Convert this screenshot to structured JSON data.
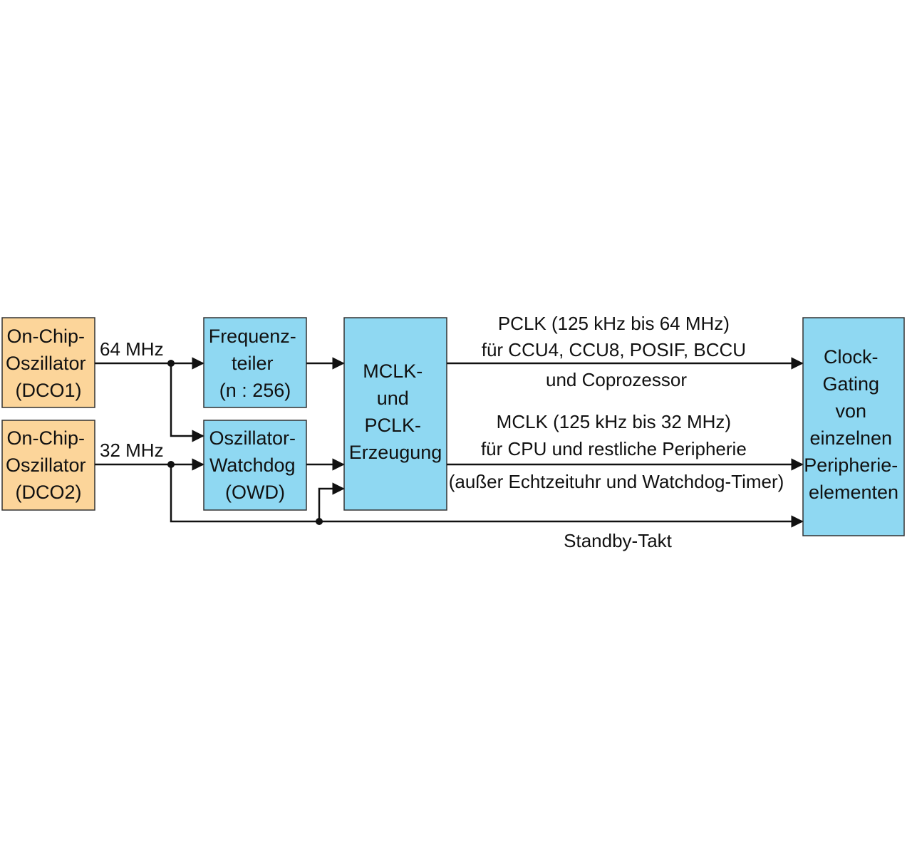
{
  "colors": {
    "oscillator_fill": "#FCD59A",
    "block_fill": "#8FD8F2",
    "line": "#111111"
  },
  "blocks": {
    "dco1": [
      "On-Chip-",
      "Oszillator",
      "(DCO1)"
    ],
    "dco2": [
      "On-Chip-",
      "Oszillator",
      "(DCO2)"
    ],
    "freq_divider": [
      "Frequenz-",
      "teiler",
      "(n : 256)"
    ],
    "owd": [
      "Oszillator-",
      "Watchdog",
      "(OWD)"
    ],
    "mclk_gen": [
      "MCLK-",
      "und",
      "PCLK-",
      "Erzeugung"
    ],
    "clock_gating": [
      "Clock-",
      "Gating",
      "von",
      "einzelnen",
      "Peripherie-",
      "elementen"
    ]
  },
  "signals": {
    "freq_64": "64 MHz",
    "freq_32": "32 MHz",
    "pclk": [
      "PCLK (125 kHz bis 64 MHz)",
      "für CCU4, CCU8, POSIF, BCCU",
      "und Coprozessor"
    ],
    "mclk": [
      "MCLK (125 kHz bis 32 MHz)",
      "für CPU und restliche Peripherie",
      "(außer Echtzeituhr und Watchdog-Timer)"
    ],
    "standby": "Standby-Takt"
  }
}
